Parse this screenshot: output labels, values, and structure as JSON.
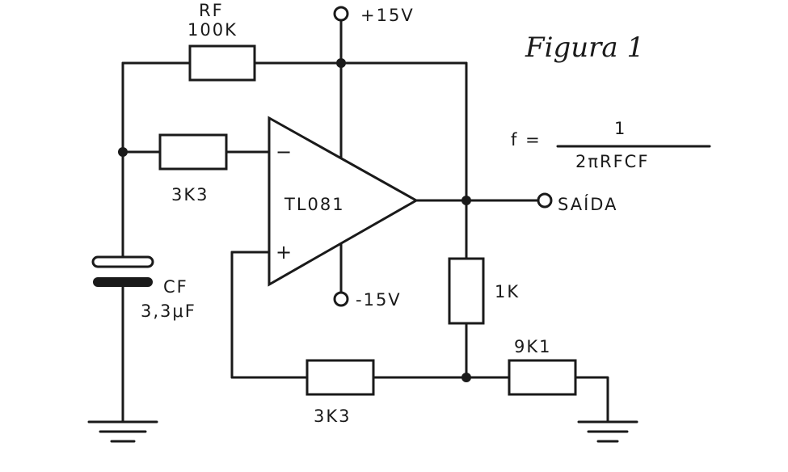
{
  "figure_title": "Figura 1",
  "supply": {
    "positive": "+15V",
    "negative": "-15V"
  },
  "opamp": {
    "model": "TL081",
    "inverting_sign": "−",
    "noninverting_sign": "+"
  },
  "components": {
    "rf_name": "RF",
    "rf_value": "100K",
    "r_inv": "3K3",
    "cf_name": "CF",
    "cf_value": "3,3μF",
    "r_1k": "1K",
    "r_9k1": "9K1",
    "r_bottom": "3K3"
  },
  "output_label": "SAÍDA",
  "formula": {
    "lhs": "f =",
    "numerator": "1",
    "denominator": "2πRFCF"
  }
}
